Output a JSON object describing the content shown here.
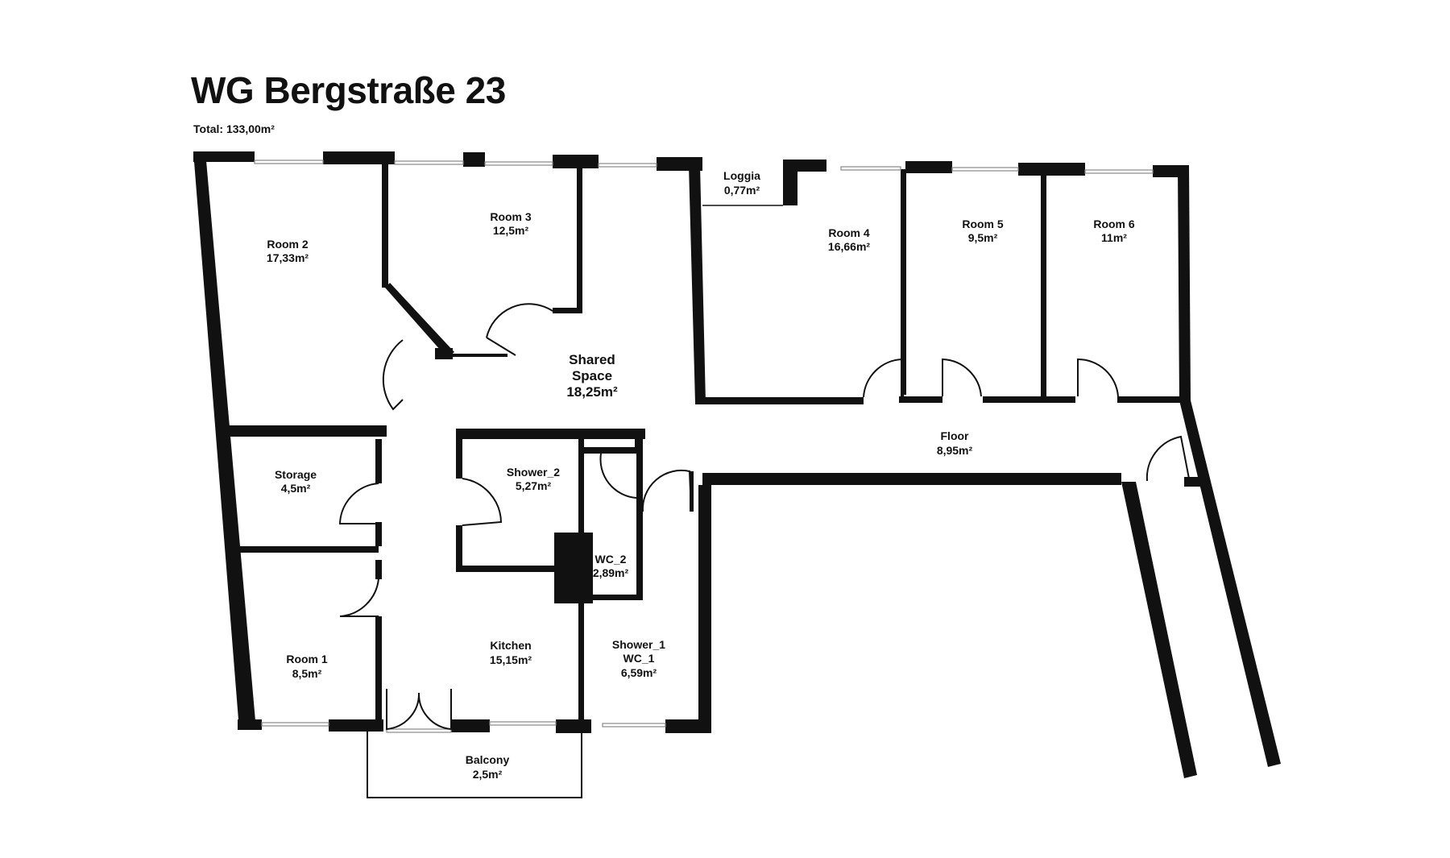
{
  "plan": {
    "title": "WG Bergstraße 23",
    "total": "Total: 133,00m²"
  },
  "rooms": {
    "room2": {
      "name": "Room 2",
      "area": "17,33m²"
    },
    "room3": {
      "name": "Room 3",
      "area": "12,5m²"
    },
    "loggia": {
      "name": "Loggia",
      "area": "0,77m²"
    },
    "room4": {
      "name": "Room 4",
      "area": "16,66m²"
    },
    "room5": {
      "name": "Room 5",
      "area": "9,5m²"
    },
    "room6": {
      "name": "Room 6",
      "area": "11m²"
    },
    "shared": {
      "name1": "Shared",
      "name2": "Space",
      "area": "18,25m²"
    },
    "floor": {
      "name": "Floor",
      "area": "8,95m²"
    },
    "storage": {
      "name": "Storage",
      "area": "4,5m²"
    },
    "shower2": {
      "name": "Shower_2",
      "area": "5,27m²"
    },
    "wc2": {
      "name": "WC_2",
      "area": "2,89m²"
    },
    "room1": {
      "name": "Room 1",
      "area": "8,5m²"
    },
    "kitchen": {
      "name": "Kitchen",
      "area": "15,15m²"
    },
    "shower1": {
      "name1": "Shower_1",
      "name2": "WC_1",
      "area": "6,59m²"
    },
    "balcony": {
      "name": "Balcony",
      "area": "2,5m²"
    }
  }
}
